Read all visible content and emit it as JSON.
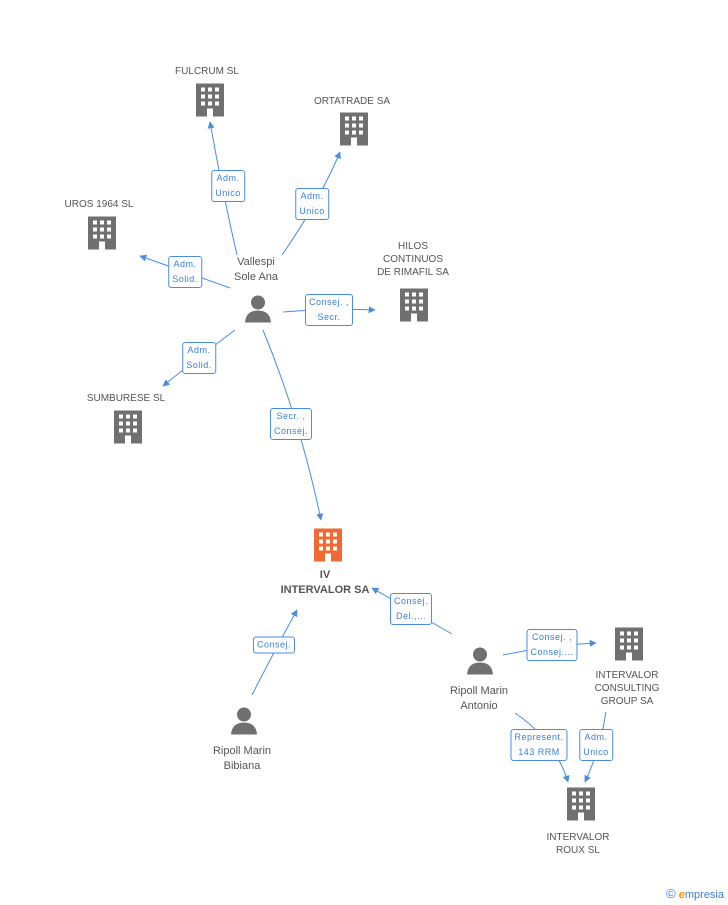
{
  "colors": {
    "edge": "#4a8de0",
    "building": "#707070",
    "building_main": "#f06a35",
    "person": "#707070"
  },
  "nodes": {
    "fulcrum": {
      "label": "FULCRUM SL",
      "kind": "company"
    },
    "ortatrade": {
      "label": "ORTATRADE SA",
      "kind": "company"
    },
    "uros": {
      "label": "UROS 1964  SL",
      "kind": "company"
    },
    "hilos": {
      "label": "HILOS\nCONTINUOS\nDE RIMAFIL SA",
      "kind": "company"
    },
    "sumburese": {
      "label": "SUMBURESE SL",
      "kind": "company"
    },
    "iv": {
      "label": "IV\nINTERVALOR SA",
      "kind": "company-main"
    },
    "consulting": {
      "label": "INTERVALOR\nCONSULTING\nGROUP SA",
      "kind": "company"
    },
    "roux": {
      "label": "INTERVALOR\nROUX SL",
      "kind": "company"
    },
    "vallespi": {
      "label": "Vallespi\nSole Ana",
      "kind": "person"
    },
    "ripoll_antonio": {
      "label": "Ripoll Marin\nAntonio",
      "kind": "person"
    },
    "ripoll_bibiana": {
      "label": "Ripoll Marin\nBibiana",
      "kind": "person"
    }
  },
  "edges": {
    "e1": {
      "label": "Adm.\nUnico"
    },
    "e2": {
      "label": "Adm.\nUnico"
    },
    "e3": {
      "label": "Adm.\nSolid."
    },
    "e4": {
      "label": "Consej. ,\nSecr."
    },
    "e5": {
      "label": "Adm.\nSolid."
    },
    "e6": {
      "label": "Secr. ,\nConsej."
    },
    "e7": {
      "label": "Consej."
    },
    "e8": {
      "label": "Consej.\nDel.,..."
    },
    "e9": {
      "label": "Consej. ,\nConsej...."
    },
    "e10": {
      "label": "Represent.\n143 RRM"
    },
    "e11": {
      "label": "Adm.\nUnico"
    }
  },
  "brand": {
    "copyright": "©",
    "name": "mpresia",
    "initial": "e"
  }
}
